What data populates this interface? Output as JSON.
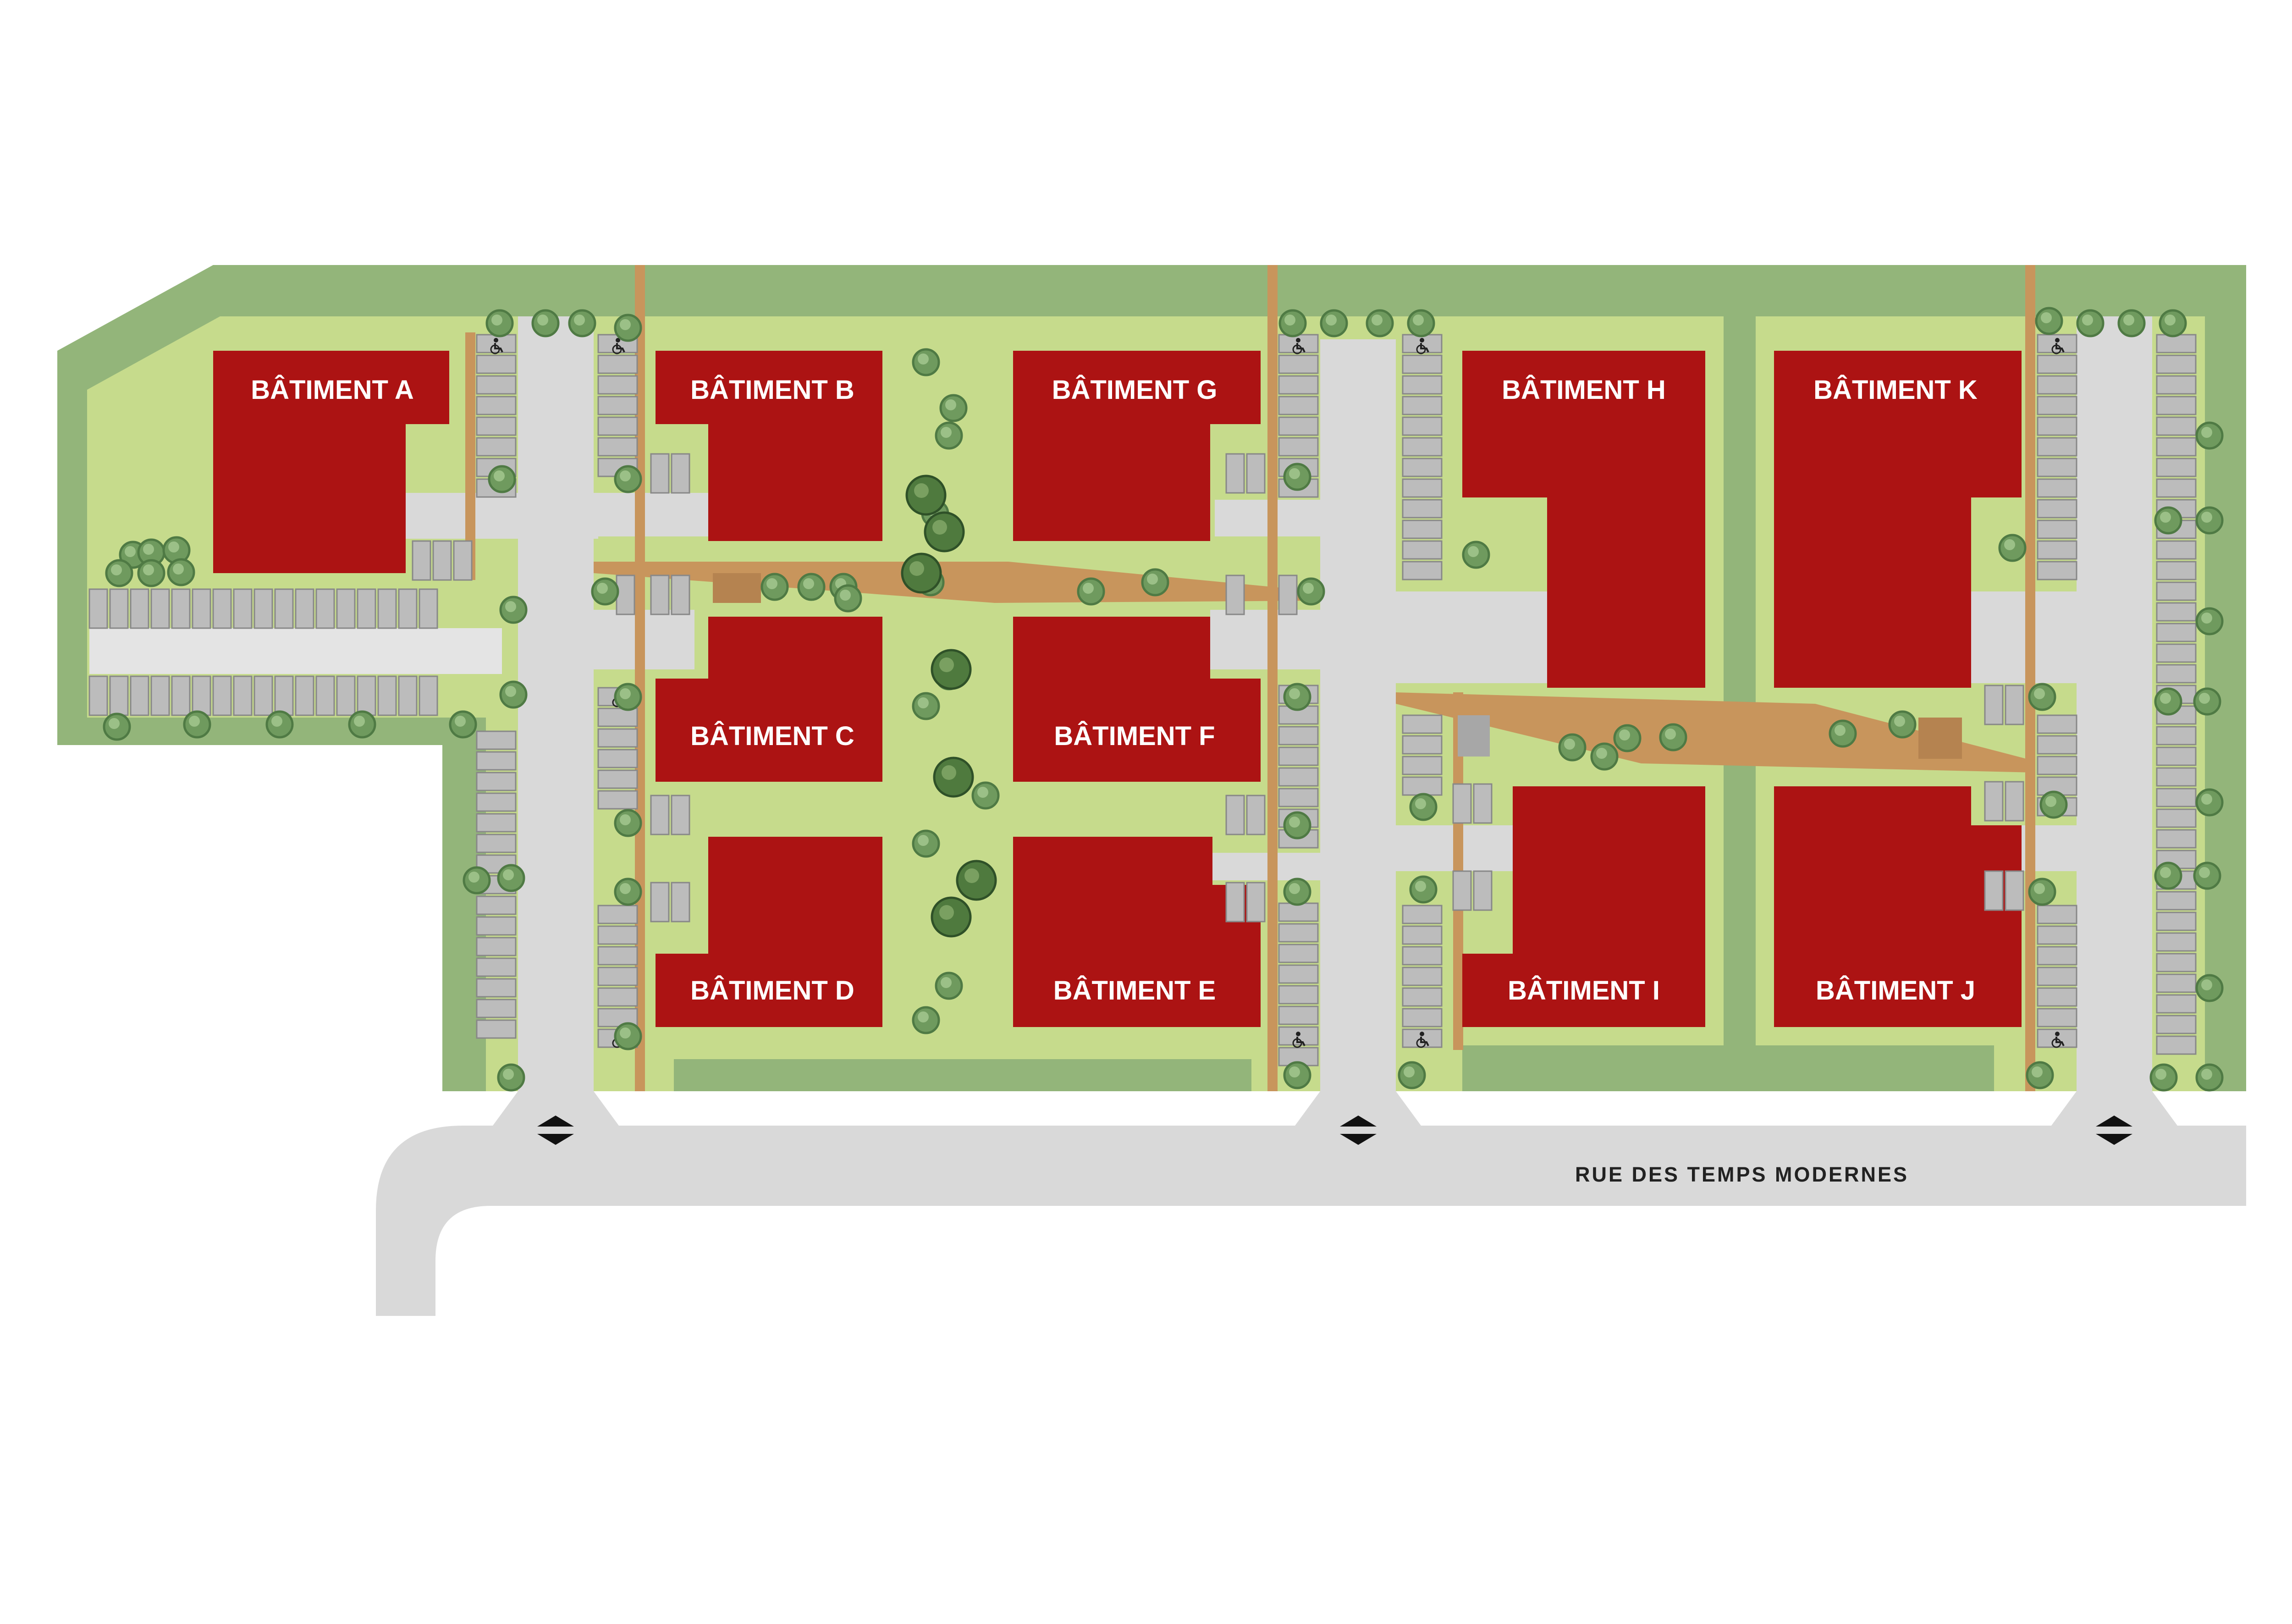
{
  "colors": {
    "background": "#ffffff",
    "outer_green": "#93b57a",
    "inner_green": "#c6db8c",
    "road": "#d9d9d9",
    "path": "#c8955c",
    "building": "#ac1313",
    "parking_stall": "#bcbcbc",
    "tree": "#6f9a5e"
  },
  "street": {
    "name": "RUE DES TEMPS MODERNES"
  },
  "buildings": [
    {
      "id": "A",
      "label": "BÂTIMENT A"
    },
    {
      "id": "B",
      "label": "BÂTIMENT B"
    },
    {
      "id": "C",
      "label": "BÂTIMENT C"
    },
    {
      "id": "D",
      "label": "BÂTIMENT D"
    },
    {
      "id": "E",
      "label": "BÂTIMENT E"
    },
    {
      "id": "F",
      "label": "BÂTIMENT F"
    },
    {
      "id": "G",
      "label": "BÂTIMENT G"
    },
    {
      "id": "H",
      "label": "BÂTIMENT H"
    },
    {
      "id": "I",
      "label": "BÂTIMENT I"
    },
    {
      "id": "J",
      "label": "BÂTIMENT J"
    },
    {
      "id": "K",
      "label": "BÂTIMENT K"
    }
  ],
  "icons": {
    "accessible_parking": "wheelchair-icon",
    "site_entrance": "entrance-arrows-icon",
    "tree": "tree-icon"
  }
}
